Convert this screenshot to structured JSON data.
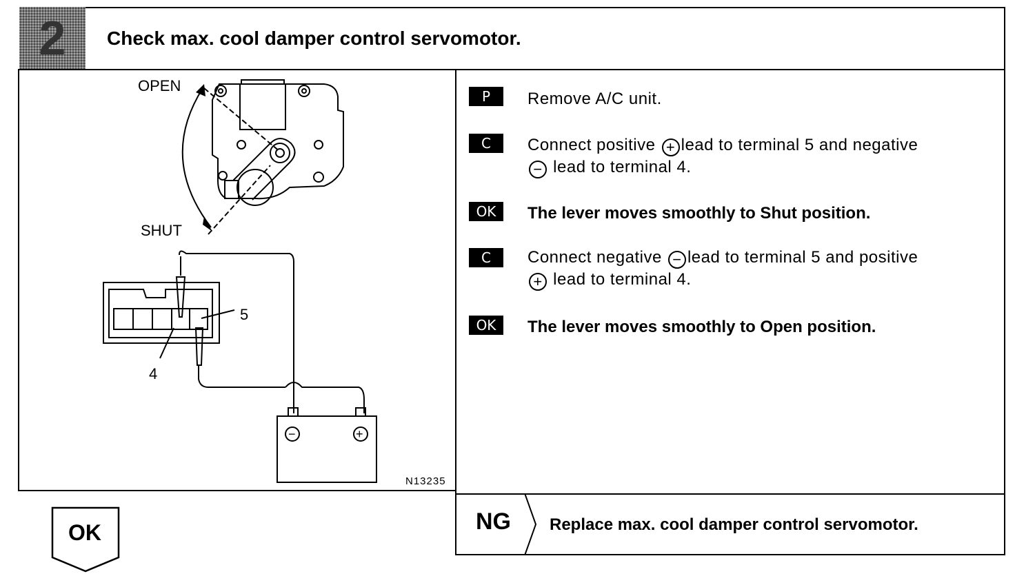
{
  "step": {
    "number": "2",
    "title": "Check max. cool damper control servomotor."
  },
  "figure": {
    "label_open": "OPEN",
    "label_shut": "SHUT",
    "terminal_5": "5",
    "terminal_4": "4",
    "battery_negative": "−",
    "battery_positive": "+",
    "figure_id": "N13235"
  },
  "instructions": [
    {
      "badge": "P",
      "lines": [
        "Remove A/C unit."
      ],
      "bold": false
    },
    {
      "badge": "C",
      "lines": [
        "Connect positive",
        "lead to terminal 5 and negative",
        "lead to terminal 4."
      ],
      "bold": false,
      "sym1": "+",
      "sym2": "−"
    },
    {
      "badge": "OK",
      "lines": [
        "The lever moves smoothly to Shut position."
      ],
      "bold": true
    },
    {
      "badge": "C",
      "lines": [
        "Connect negative",
        "lead to terminal 5 and positive",
        "lead to terminal 4."
      ],
      "bold": false,
      "sym1": "−",
      "sym2": "+"
    },
    {
      "badge": "OK",
      "lines": [
        "The lever moves smoothly to Open position."
      ],
      "bold": true
    }
  ],
  "result_ok": {
    "label": "OK"
  },
  "result_ng": {
    "label": "NG",
    "action": "Replace max. cool damper control servomotor."
  }
}
